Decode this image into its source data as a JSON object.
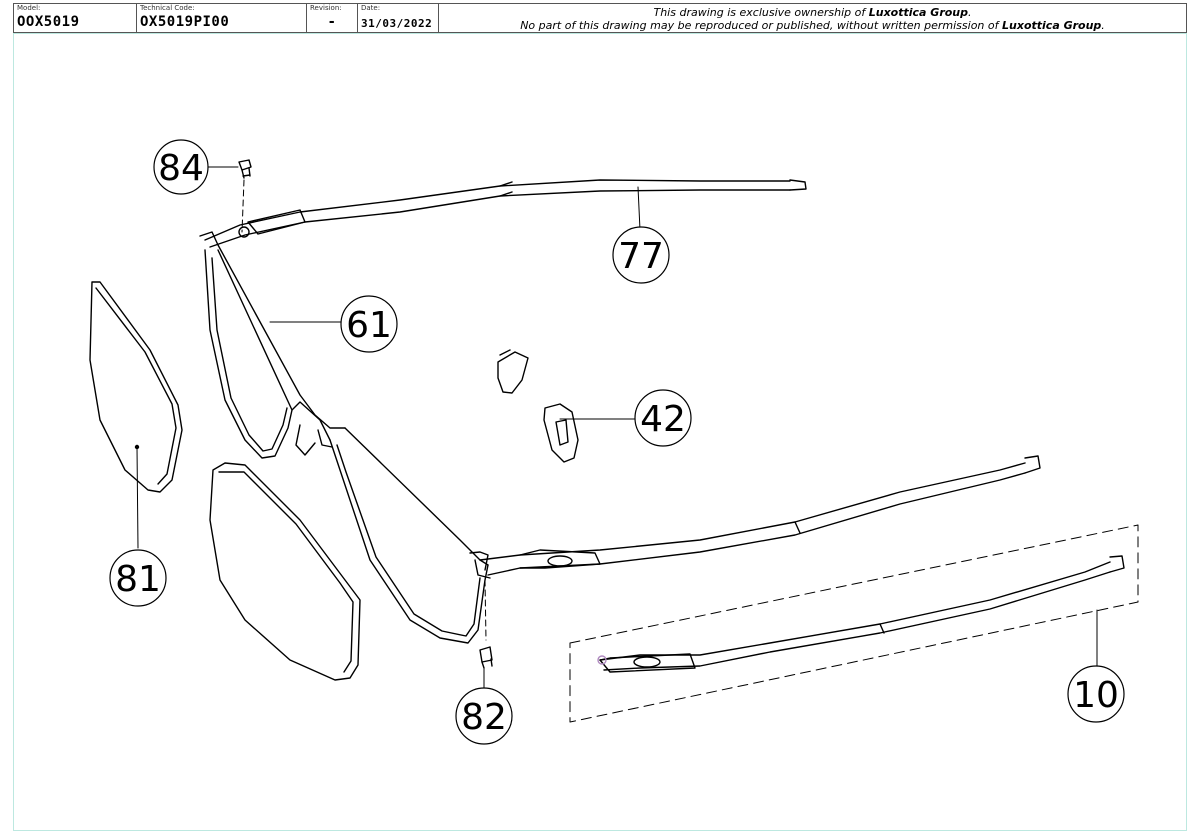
{
  "title_block": {
    "model_caption": "Model:",
    "model": "OOX5019",
    "technical_code_caption": "Technical Code:",
    "technical_code": "OX5019PI00",
    "revision_caption": "Revision:",
    "revision": "-",
    "date_caption": "Date:",
    "date": "31/03/2022",
    "notice_line1_pre": "This drawing is exclusive ownership of ",
    "notice_owner": "Luxottica Group",
    "notice_line1_post": ".",
    "notice_line2_pre": "No part of this drawing may be reproduced or published, without written permission of ",
    "notice_line2_post": "."
  },
  "callouts": [
    {
      "id": "84",
      "label": "84"
    },
    {
      "id": "77",
      "label": "77"
    },
    {
      "id": "61",
      "label": "61"
    },
    {
      "id": "42",
      "label": "42"
    },
    {
      "id": "81",
      "label": "81"
    },
    {
      "id": "82",
      "label": "82"
    },
    {
      "id": "10",
      "label": "10"
    }
  ],
  "colors": {
    "line": "#000000",
    "frame": "#bde8e0"
  }
}
